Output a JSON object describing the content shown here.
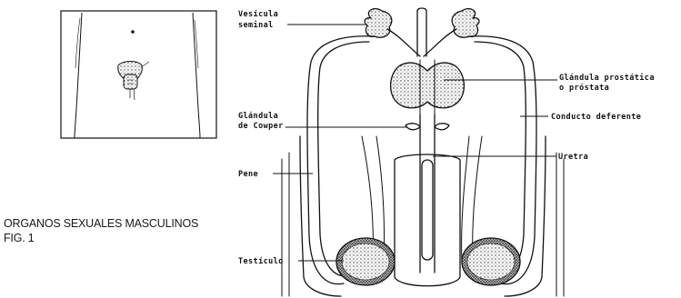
{
  "caption": {
    "title": "ORGANOS SEXUALES MASCULINOS",
    "figure": "FIG. 1"
  },
  "labels": {
    "vesicula_line1": "Vesícula",
    "vesicula_line2": "seminal",
    "prostata_line1": "Glándula prostática",
    "prostata_line2": "o próstata",
    "cowper_line1": "Glándula",
    "cowper_line2": "de Cowper",
    "conducto": "Conducto deferente",
    "pene": "Pene",
    "uretra": "Uretra",
    "testiculo": "Testículo"
  },
  "colors": {
    "ink": "#111111",
    "stipple": "#333333"
  }
}
